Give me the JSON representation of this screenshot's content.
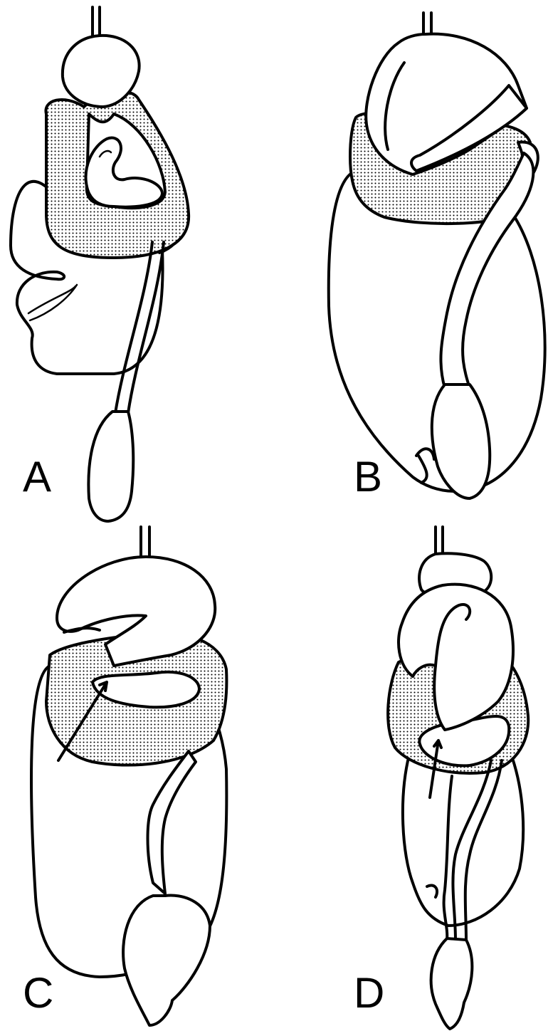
{
  "panels": [
    {
      "id": "A",
      "label": "A"
    },
    {
      "id": "B",
      "label": "B"
    },
    {
      "id": "C",
      "label": "C"
    },
    {
      "id": "D",
      "label": "D"
    }
  ],
  "colors": {
    "stroke": "#000000",
    "background": "#ffffff",
    "stipple": "#000000"
  }
}
